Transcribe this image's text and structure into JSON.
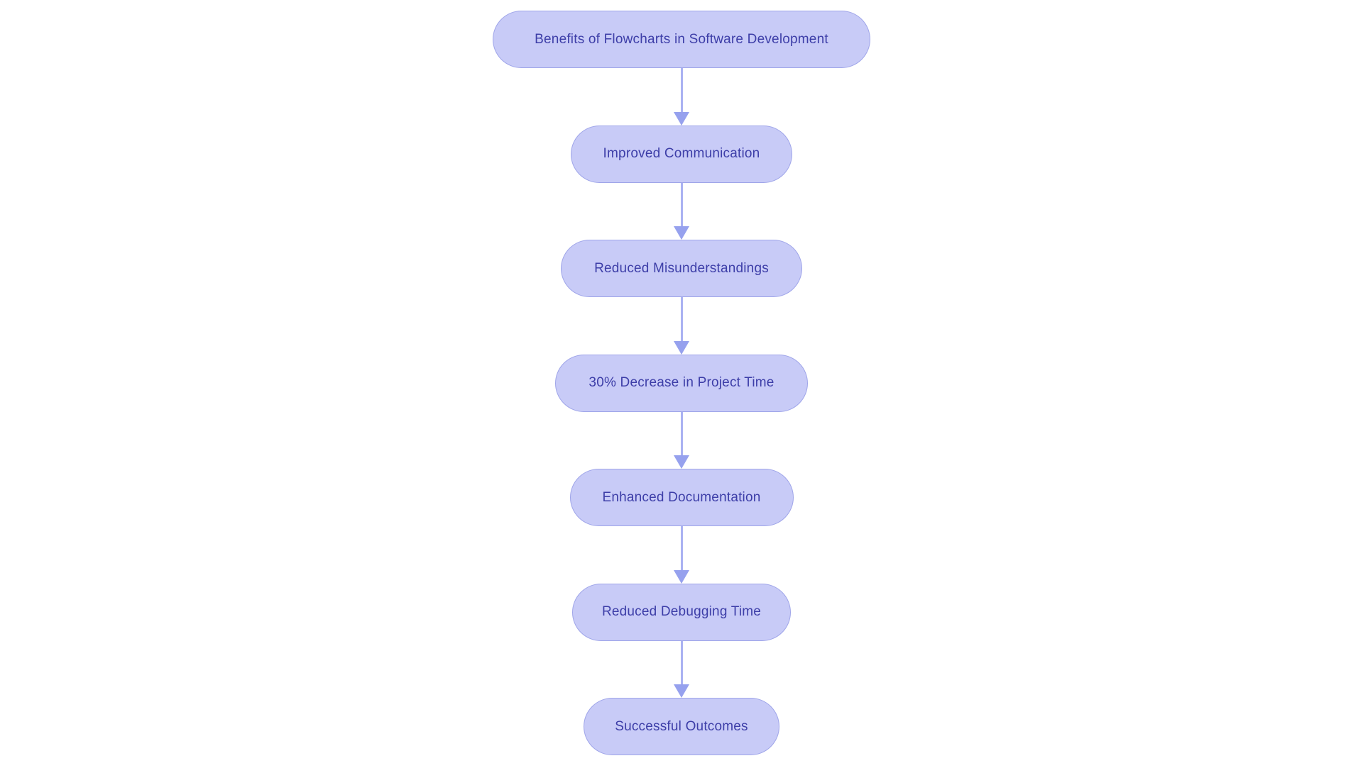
{
  "diagram": {
    "type": "flowchart",
    "direction": "top-down",
    "background": "#ffffff",
    "style": {
      "node_fill": "#c8cbf7",
      "node_border": "#9fa5e9",
      "node_text_color": "#3d3ea8",
      "arrow_line_color": "#aab2f2",
      "arrow_head_color": "#96a1ee"
    },
    "nodes": [
      {
        "id": "benefits",
        "label": "Benefits of Flowcharts in Software Development"
      },
      {
        "id": "improved-communication",
        "label": "Improved Communication"
      },
      {
        "id": "reduced-misunderstandings",
        "label": "Reduced Misunderstandings"
      },
      {
        "id": "decrease-project-time",
        "label": "30% Decrease in Project Time"
      },
      {
        "id": "enhanced-documentation",
        "label": "Enhanced Documentation"
      },
      {
        "id": "reduced-debugging-time",
        "label": "Reduced Debugging Time"
      },
      {
        "id": "successful-outcomes",
        "label": "Successful Outcomes"
      }
    ],
    "edges": [
      {
        "from": "benefits",
        "to": "improved-communication"
      },
      {
        "from": "improved-communication",
        "to": "reduced-misunderstandings"
      },
      {
        "from": "reduced-misunderstandings",
        "to": "decrease-project-time"
      },
      {
        "from": "decrease-project-time",
        "to": "enhanced-documentation"
      },
      {
        "from": "enhanced-documentation",
        "to": "reduced-debugging-time"
      },
      {
        "from": "reduced-debugging-time",
        "to": "successful-outcomes"
      }
    ]
  }
}
